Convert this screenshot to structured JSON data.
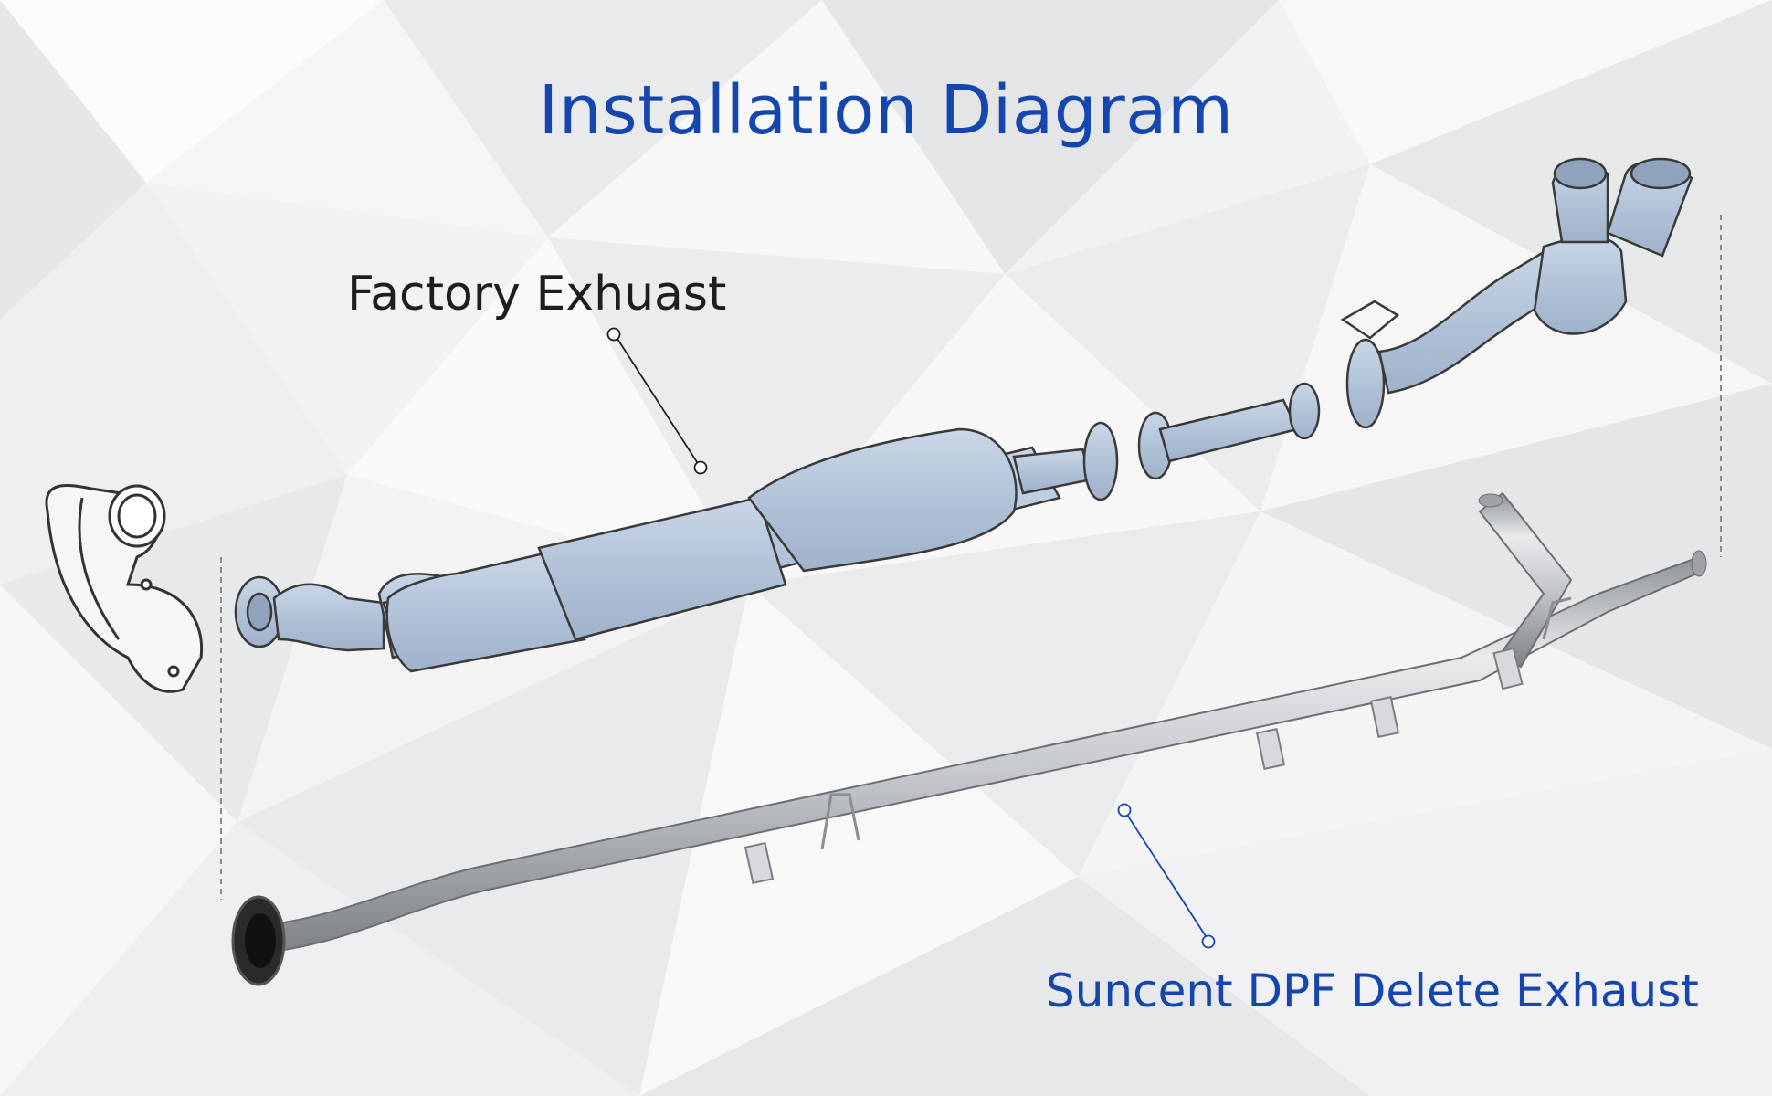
{
  "title": "Installation Diagram",
  "labels": {
    "factory_exhaust": "Factory Exhuast",
    "dpf_delete_exhaust": "Suncent DPF Delete Exhaust"
  },
  "colors": {
    "title": "#1446ae",
    "factory_label": "#1e1e1e",
    "delete_label": "#1446ae",
    "factory_part_fill": "#b4c4d8",
    "outline": "#3a3a3a",
    "steel": "#c3c6ca"
  }
}
